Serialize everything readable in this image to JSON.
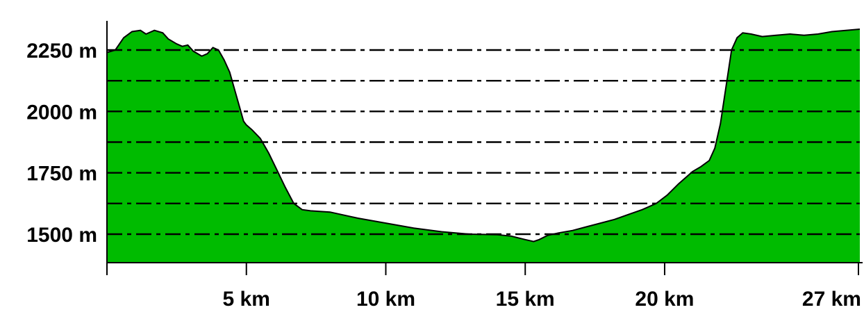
{
  "chart_data": {
    "type": "area",
    "title": "",
    "xlabel": "",
    "ylabel": "",
    "colors": {
      "fill": "#00bb00",
      "line": "#000000",
      "grid": "#000000",
      "background": "#ffffff"
    },
    "grid": true,
    "grid_style": "dash-dot",
    "xlim": [
      0,
      27
    ],
    "ylim": [
      1380,
      2340
    ],
    "y_ticks": [
      {
        "value": 2250,
        "label": "2250 m"
      },
      {
        "value": 2000,
        "label": "2000 m"
      },
      {
        "value": 1750,
        "label": "1750 m"
      },
      {
        "value": 1500,
        "label": "1500 m"
      }
    ],
    "y_gridlines": [
      2250,
      2125,
      2000,
      1875,
      1750,
      1625,
      1500
    ],
    "x_ticks": [
      {
        "value": 5,
        "label": "5 km"
      },
      {
        "value": 10,
        "label": "10 km"
      },
      {
        "value": 15,
        "label": "15 km"
      },
      {
        "value": 20,
        "label": "20 km"
      },
      {
        "value": 27,
        "label": "27 km"
      }
    ],
    "series": [
      {
        "x": [
          0,
          0.3,
          0.6,
          0.9,
          1.2,
          1.4,
          1.7,
          2.0,
          2.2,
          2.5,
          2.7,
          2.9,
          3.1,
          3.4,
          3.6,
          3.8,
          4.0,
          4.2,
          4.4,
          4.6,
          4.8,
          4.9,
          5.0,
          5.2,
          5.5,
          5.8,
          6.1,
          6.4,
          6.7,
          7.0,
          7.3,
          8.0,
          9.0,
          10.0,
          11.0,
          12.0,
          13.0,
          14.0,
          14.5,
          15.0,
          15.3,
          15.5,
          15.8,
          16.2,
          16.7,
          17.2,
          17.7,
          18.2,
          18.7,
          19.2,
          19.7,
          20.1,
          20.5,
          20.8,
          21.0,
          21.3,
          21.6,
          21.8,
          22.0,
          22.2,
          22.4,
          22.6,
          22.8,
          23.1,
          23.5,
          24.0,
          24.5,
          25.0,
          25.5,
          26.0,
          26.5,
          27.0
        ],
        "y": [
          2240,
          2250,
          2300,
          2325,
          2330,
          2315,
          2330,
          2320,
          2295,
          2275,
          2265,
          2270,
          2245,
          2225,
          2235,
          2260,
          2250,
          2210,
          2160,
          2080,
          2000,
          1960,
          1945,
          1925,
          1890,
          1830,
          1760,
          1690,
          1625,
          1600,
          1595,
          1590,
          1565,
          1545,
          1525,
          1510,
          1500,
          1498,
          1492,
          1478,
          1470,
          1478,
          1495,
          1505,
          1515,
          1530,
          1545,
          1560,
          1580,
          1600,
          1625,
          1660,
          1705,
          1735,
          1755,
          1775,
          1800,
          1850,
          1950,
          2100,
          2250,
          2300,
          2320,
          2315,
          2305,
          2310,
          2315,
          2310,
          2315,
          2325,
          2330,
          2335
        ]
      }
    ]
  }
}
